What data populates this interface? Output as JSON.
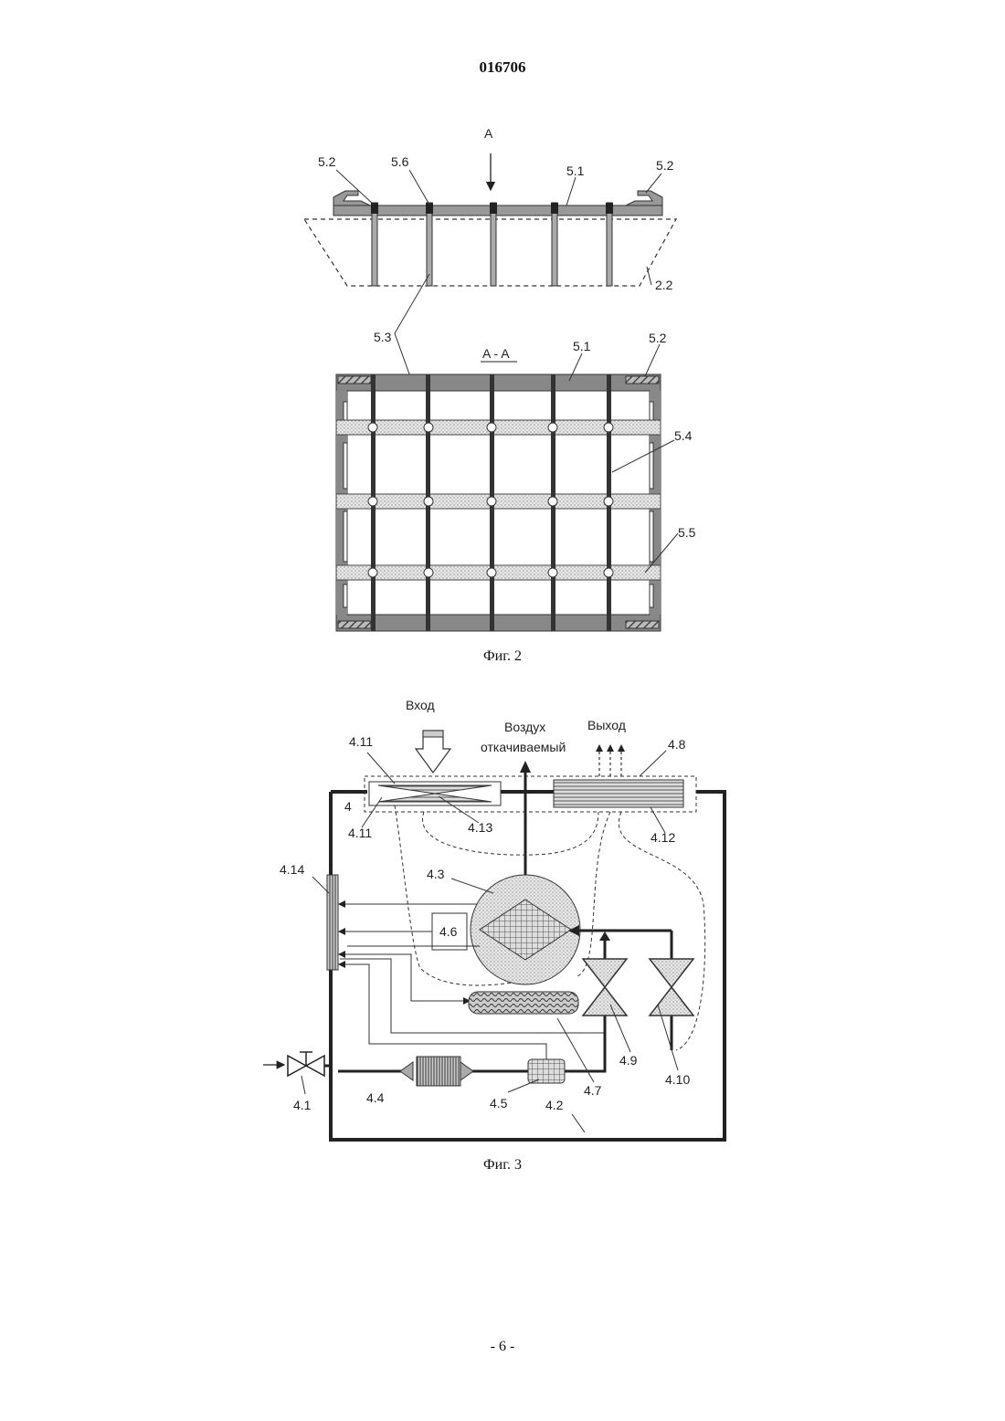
{
  "header": {
    "patent_number": "016706"
  },
  "footer": {
    "page": "- 6 -"
  },
  "figure2": {
    "caption": "Фиг. 2",
    "view_arrow_label": "A",
    "section_label": "A - A",
    "labels": {
      "l52a": "5.2",
      "l56": "5.6",
      "l51a": "5.1",
      "l52b": "5.2",
      "l22": "2.2",
      "l53": "5.3",
      "l51b": "5.1",
      "l52c": "5.2",
      "l54": "5.4",
      "l55": "5.5"
    }
  },
  "figure3": {
    "caption": "Фиг. 3",
    "inlet_label": "Вход",
    "air_label_1": "Воздух",
    "air_label_2": "откачиваемый",
    "outlet_label": "Выход",
    "labels": {
      "l411a": "4.11",
      "l48": "4.8",
      "l4": "4",
      "l411b": "4.11",
      "l413": "4.13",
      "l412": "4.12",
      "l414": "4.14",
      "l43": "4.3",
      "l46": "4.6",
      "l49": "4.9",
      "l410": "4.10",
      "l47": "4.7",
      "l41": "4.1",
      "l44": "4.4",
      "l45": "4.5",
      "l42": "4.2"
    }
  }
}
